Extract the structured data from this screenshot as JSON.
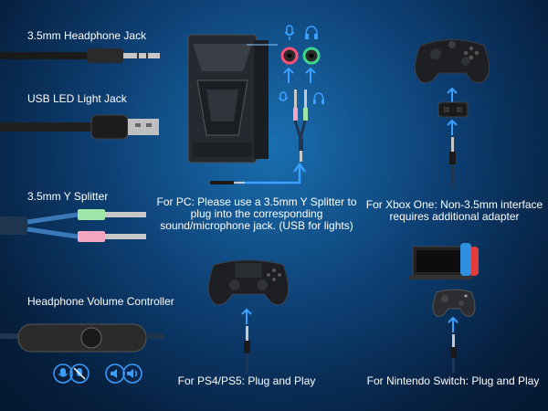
{
  "left_labels": {
    "jack_35": "3.5mm Headphone Jack",
    "usb_led": "USB LED Light Jack",
    "y_splitter": "3.5mm Y Splitter",
    "volume_controller": "Headphone Volume Controller"
  },
  "captions": {
    "pc": "For PC: Please use a 3.5mm Y Splitter to plug into the corresponding sound/microphone jack. (USB for lights)",
    "xbox": "For Xbox One: Non-3.5mm interface requires additional adapter",
    "ps": "For PS4/PS5: Plug and Play",
    "switch": "For Nintendo Switch: Plug and Play"
  },
  "colors": {
    "accent_blue": "#3aa0ff",
    "mic_pink": "#ff4f7a",
    "headphone_green": "#3dd68c",
    "splitter_green": "#9ee6a8",
    "splitter_pink": "#f7a6c1"
  },
  "icons": [
    "microphone-icon",
    "headphone-icon",
    "mute-mic-icon",
    "volume-down-icon",
    "volume-up-icon"
  ]
}
